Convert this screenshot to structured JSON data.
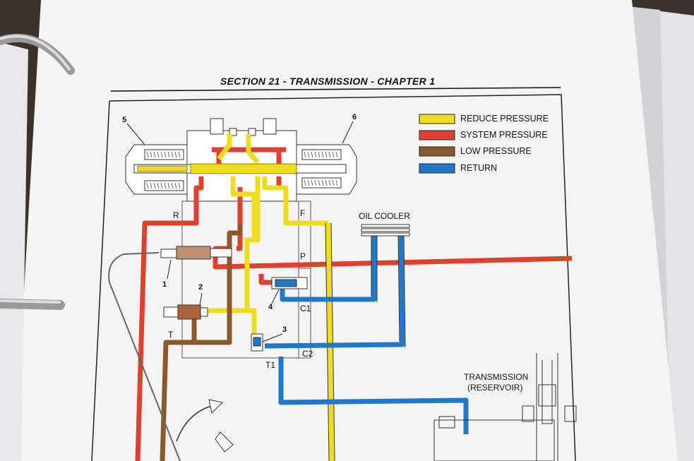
{
  "header": "SECTION 21 - TRANSMISSION - CHAPTER 1",
  "colors": {
    "reduce": "#f0dc1e",
    "system": "#e0412e",
    "low": "#8a5a2c",
    "return": "#1f78c8"
  },
  "legend": [
    {
      "label": "REDUCE PRESSURE",
      "color": "#f0dc1e"
    },
    {
      "label": "SYSTEM PRESSURE",
      "color": "#e0412e"
    },
    {
      "label": "LOW PRESSURE",
      "color": "#8a5a2c"
    },
    {
      "label": "RETURN",
      "color": "#1f78c8"
    }
  ],
  "labels": {
    "oil_cooler": "OIL COOLER",
    "transmission": "TRANSMISSION",
    "reservoir": "(RESERVOIR)"
  },
  "ports": {
    "r": "R",
    "f": "F",
    "p": "P",
    "t": "T",
    "t1": "T1",
    "c1": "C1",
    "c2": "C2"
  },
  "callouts": {
    "n1": "1",
    "n2": "2",
    "n3": "3",
    "n4": "4",
    "n5": "5",
    "n6": "6"
  }
}
